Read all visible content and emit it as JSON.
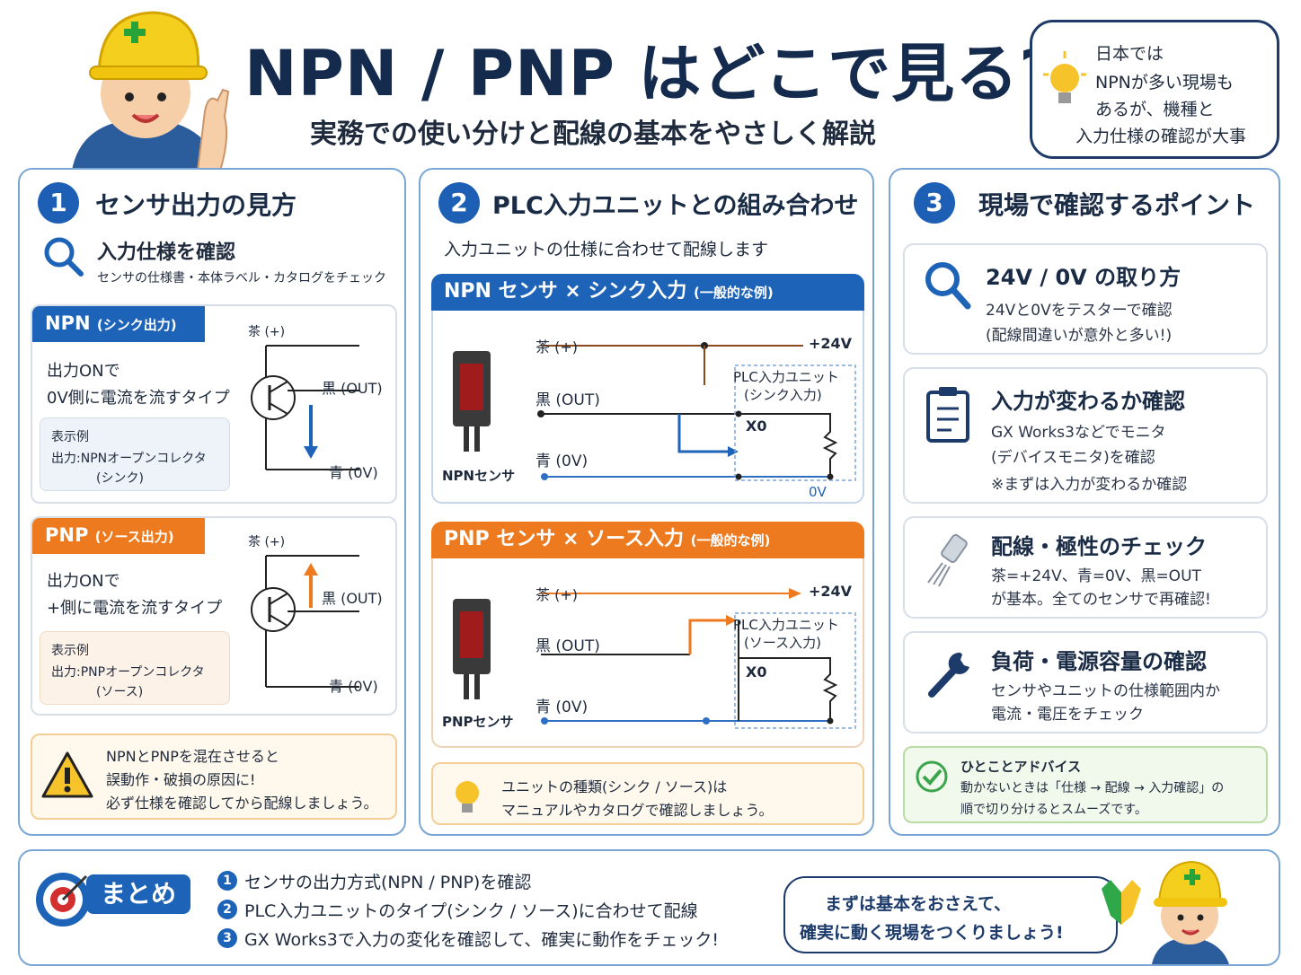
{
  "header": {
    "title": "NPN / PNP はどこで見る?",
    "subtitle": "実務での使い分けと配線の基本をやさしく解説",
    "bubble": [
      "日本では",
      "NPNが多い現場も",
      "あるが、機種と",
      "入力仕様の確認が大事"
    ]
  },
  "s1": {
    "num": "1",
    "title": "センサ出力の見方",
    "check_title": "入力仕様を確認",
    "check_desc": "センサの仕様書・本体ラベル・カタログをチェック",
    "npn": {
      "tag": "NPN",
      "tag_sub": "(シンク出力)",
      "l1": "出力ONで",
      "l2": "0V側に電流を流すタイプ",
      "ex_head": "表示例",
      "ex1": "出力:NPNオープンコレクタ",
      "ex2": "(シンク)",
      "brown": "茶 (+)",
      "black": "黒 (OUT)",
      "blue": "青 (0V)"
    },
    "pnp": {
      "tag": "PNP",
      "tag_sub": "(ソース出力)",
      "l1": "出力ONで",
      "l2": "+側に電流を流すタイプ",
      "ex_head": "表示例",
      "ex1": "出力:PNPオープンコレクタ",
      "ex2": "(ソース)",
      "brown": "茶 (+)",
      "black": "黒 (OUT)",
      "blue": "青 (0V)"
    },
    "warn": [
      "NPNとPNPを混在させると",
      "誤動作・破損の原因に!",
      "必ず仕様を確認してから配線しましょう。"
    ]
  },
  "s2": {
    "num": "2",
    "title": "PLC入力ユニットとの組み合わせ",
    "desc": "入力ユニットの仕様に合わせて配線します",
    "npn": {
      "head": "NPN センサ × シンク入力",
      "head_sub": "(一般的な例)",
      "brown": "茶 (+)",
      "v24": "+24V",
      "plc1": "PLC入力ユニット",
      "plc2": "(シンク入力)",
      "black": "黒 (OUT)",
      "x0": "X0",
      "blue": "青 (0V)",
      "sensor": "NPNセンサ",
      "ov": "0V"
    },
    "pnp": {
      "head": "PNP センサ × ソース入力",
      "head_sub": "(一般的な例)",
      "brown": "茶 (+)",
      "v24": "+24V",
      "plc1": "PLC入力ユニット",
      "plc2": "(ソース入力)",
      "black": "黒 (OUT)",
      "x0": "X0",
      "blue": "青 (0V)",
      "sensor": "PNPセンサ"
    },
    "tip": [
      "ユニットの種類(シンク / ソース)は",
      "マニュアルやカタログで確認しましょう。"
    ]
  },
  "s3": {
    "num": "3",
    "title": "現場で確認するポイント",
    "items": [
      {
        "title": "24V / 0V の取り方",
        "lines": [
          "24Vと0Vをテスターで確認",
          "(配線間違いが意外と多い!)"
        ]
      },
      {
        "title": "入力が変わるか確認",
        "lines": [
          "GX Works3などでモニタ",
          "(デバイスモニタ)を確認",
          "※まずは入力が変わるか確認"
        ]
      },
      {
        "title": "配線・極性のチェック",
        "lines": [
          "茶=+24V、青=0V、黒=OUT",
          "が基本。全てのセンサで再確認!"
        ]
      },
      {
        "title": "負荷・電源容量の確認",
        "lines": [
          "センサやユニットの仕様範囲内か",
          "電流・電圧をチェック"
        ]
      }
    ],
    "advice_head": "ひとことアドバイス",
    "advice": [
      "動かないときは「仕様 → 配線 → 入力確認」の",
      "順で切り分けるとスムーズです。"
    ]
  },
  "summary": {
    "label": "まとめ",
    "items": [
      {
        "n": "1",
        "t": "センサの出力方式(NPN / PNP)を確認"
      },
      {
        "n": "2",
        "t": "PLC入力ユニットのタイプ(シンク / ソース)に合わせて配線"
      },
      {
        "n": "3",
        "t": "GX Works3で入力の変化を確認して、確実に動作をチェック!"
      }
    ],
    "bubble": [
      "まずは基本をおさえて、",
      "確実に動く現場をつくりましょう!"
    ]
  },
  "colors": {
    "navy": "#142b4e",
    "blue": "#1d63b8",
    "orange": "#ee7a1f",
    "brown": "#8a4a1c",
    "wire_blue": "#2f6fc4"
  }
}
